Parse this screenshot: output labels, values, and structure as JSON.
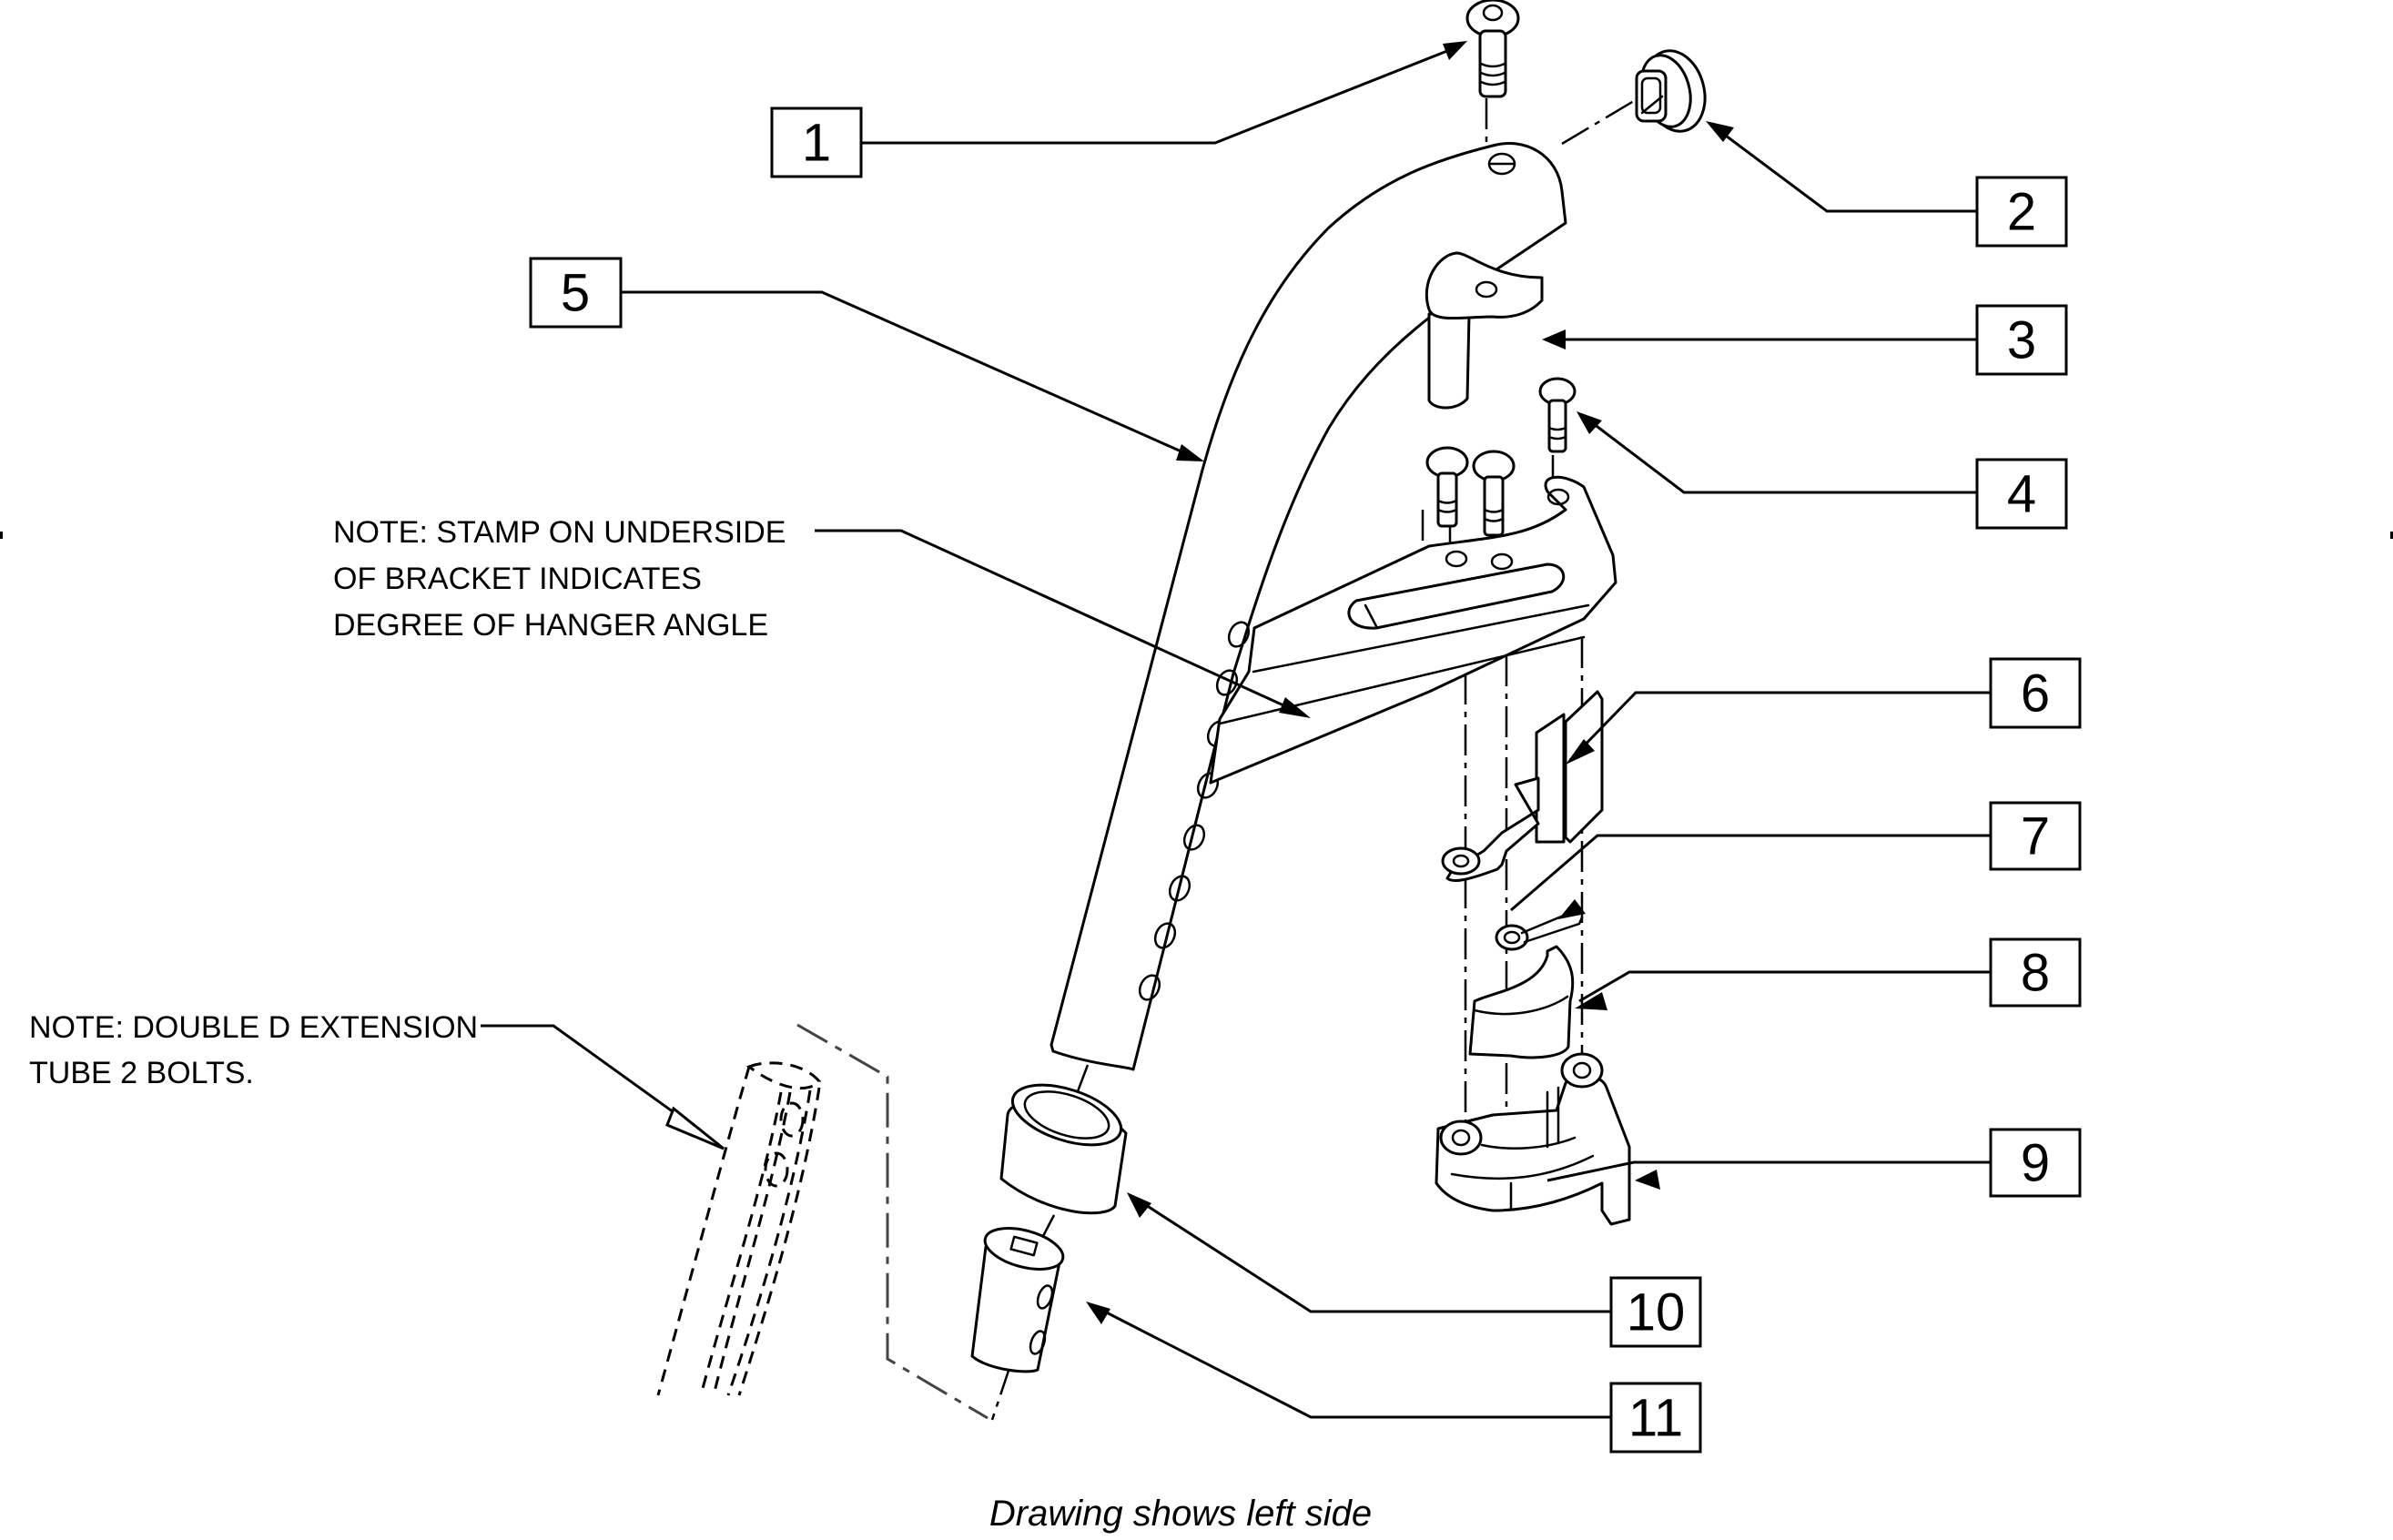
{
  "diagram": {
    "type": "exploded-parts-drawing",
    "caption": "Drawing shows left side",
    "callouts": [
      {
        "id": "1",
        "label": "1",
        "part": "button-head-screw-top"
      },
      {
        "id": "2",
        "label": "2",
        "part": "tube-end-cap"
      },
      {
        "id": "3",
        "label": "3",
        "part": "pivot-insert"
      },
      {
        "id": "4",
        "label": "4",
        "part": "button-head-screws-bracket"
      },
      {
        "id": "5",
        "label": "5",
        "part": "hanger-tube"
      },
      {
        "id": "6",
        "label": "6",
        "part": "release-lever-pad"
      },
      {
        "id": "7",
        "label": "7",
        "part": "torsion-spring"
      },
      {
        "id": "8",
        "label": "8",
        "part": "latch-cam"
      },
      {
        "id": "9",
        "label": "9",
        "part": "latch-housing"
      },
      {
        "id": "10",
        "label": "10",
        "part": "tube-sleeve"
      },
      {
        "id": "11",
        "label": "11",
        "part": "extension-plug"
      }
    ],
    "notes": [
      {
        "id": "stamp-note",
        "lines": [
          "NOTE: STAMP ON UNDERSIDE",
          "OF BRACKET INDICATES",
          "DEGREE OF HANGER ANGLE"
        ]
      },
      {
        "id": "double-d-note",
        "lines": [
          "NOTE: DOUBLE D EXTENSION",
          "TUBE 2 BOLTS."
        ]
      }
    ]
  }
}
